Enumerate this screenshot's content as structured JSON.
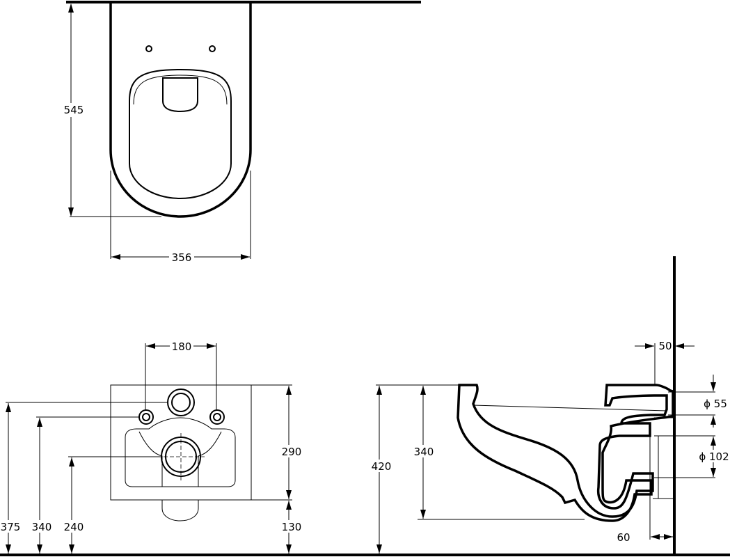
{
  "dimensions": {
    "top_height": "545",
    "top_width": "356",
    "mount_spacing": "180",
    "front_height_290": "290",
    "front_height_130": "130",
    "left_375": "375",
    "left_340": "340",
    "left_240": "240",
    "side_420": "420",
    "side_340": "340",
    "side_50": "50",
    "side_phi55": "ϕ 55",
    "side_phi102": "ϕ 102",
    "side_60": "60"
  }
}
